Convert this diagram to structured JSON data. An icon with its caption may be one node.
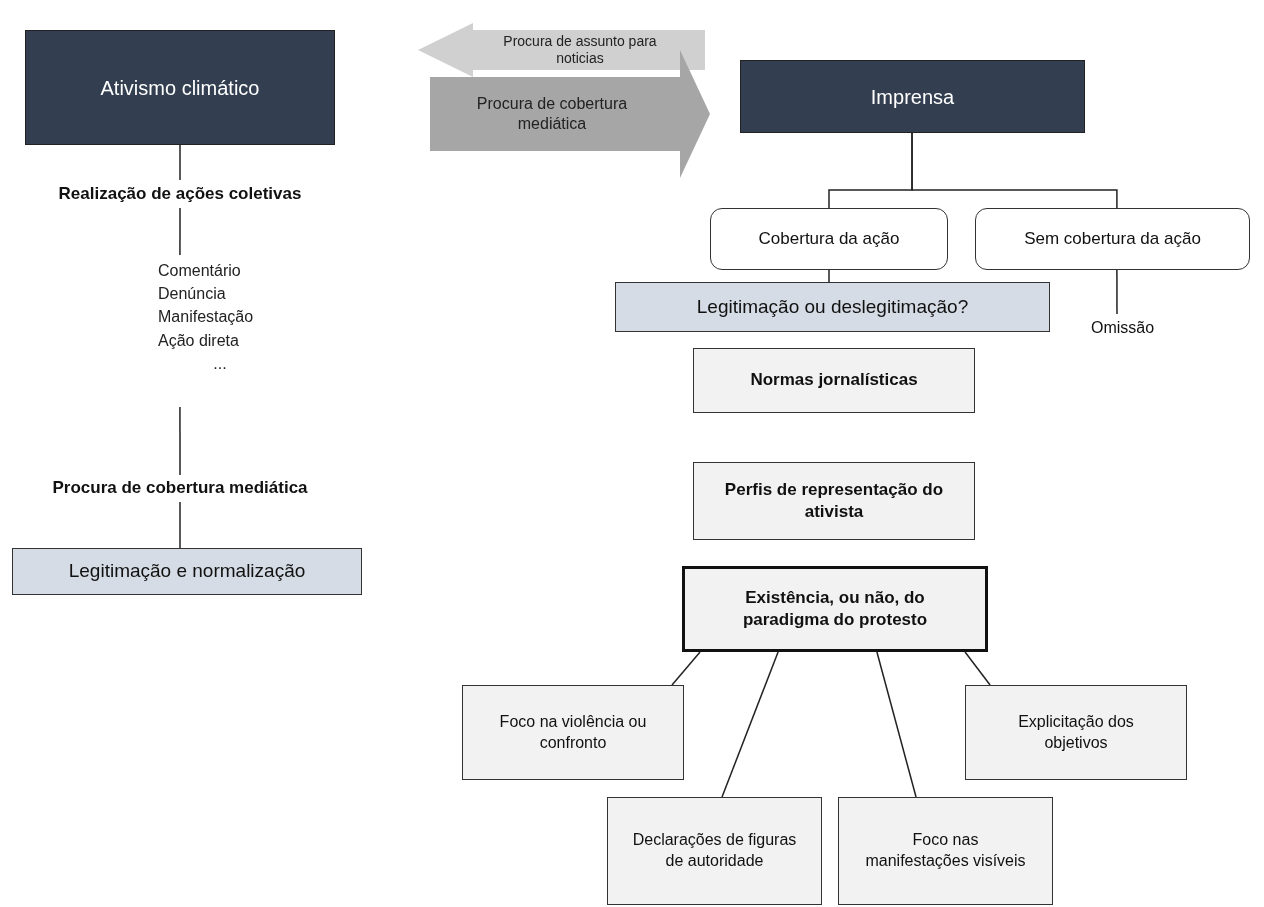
{
  "diagram": {
    "nodes": [
      {
        "text": [
          "Ativismo climático"
        ]
      },
      {
        "text": [
          "Imprensa"
        ]
      },
      {
        "text": [
          "Realização de ações coletivas"
        ]
      },
      {
        "text": [
          "Comentário",
          "Denúncia",
          "Manifestação",
          "Ação direta",
          "..."
        ]
      },
      {
        "text": [
          "Procura de cobertura mediática"
        ]
      },
      {
        "text": [
          "Legitimação e normalização"
        ]
      },
      {
        "text": [
          "Cobertura da ação"
        ]
      },
      {
        "text": [
          "Sem cobertura da ação"
        ]
      },
      {
        "text": [
          "Legitimação ou deslegitimação?"
        ]
      },
      {
        "text": [
          "Omissão"
        ]
      },
      {
        "text": [
          "Normas jornalísticas"
        ]
      },
      {
        "text": [
          "Perfis de representação do ativista"
        ]
      },
      {
        "text": [
          "Existência, ou não, do paradigma do protesto"
        ]
      },
      {
        "text": [
          "Foco na violência ou confronto"
        ]
      },
      {
        "text": [
          "Explicitação dos objetivos"
        ]
      },
      {
        "text": [
          "Declarações de figuras de autoridade"
        ]
      },
      {
        "text": [
          "Foco nas manifestações visíveis"
        ]
      }
    ],
    "edges": [
      {
        "from": 1,
        "to": 0,
        "arrow": "to",
        "label": "Procura de assunto para noticias",
        "style": "thick",
        "color": "#d0d0d0"
      },
      {
        "from": 0,
        "to": 1,
        "arrow": "to",
        "label": "Procura de cobertura mediática",
        "style": "thick",
        "color": "#a6a6a6"
      },
      {
        "from": 0,
        "to": 2,
        "arrow": "none"
      },
      {
        "from": 2,
        "to": 3,
        "arrow": "none"
      },
      {
        "from": 3,
        "to": 4,
        "arrow": "none"
      },
      {
        "from": 4,
        "to": 5,
        "arrow": "none"
      },
      {
        "from": 1,
        "to": 6,
        "arrow": "none"
      },
      {
        "from": 1,
        "to": 7,
        "arrow": "none"
      },
      {
        "from": 6,
        "to": 8,
        "arrow": "none"
      },
      {
        "from": 7,
        "to": 9,
        "arrow": "none"
      },
      {
        "from": 12,
        "to": 13,
        "arrow": "none"
      },
      {
        "from": 12,
        "to": 15,
        "arrow": "none"
      },
      {
        "from": 12,
        "to": 16,
        "arrow": "none"
      },
      {
        "from": 12,
        "to": 14,
        "arrow": "none"
      }
    ]
  }
}
